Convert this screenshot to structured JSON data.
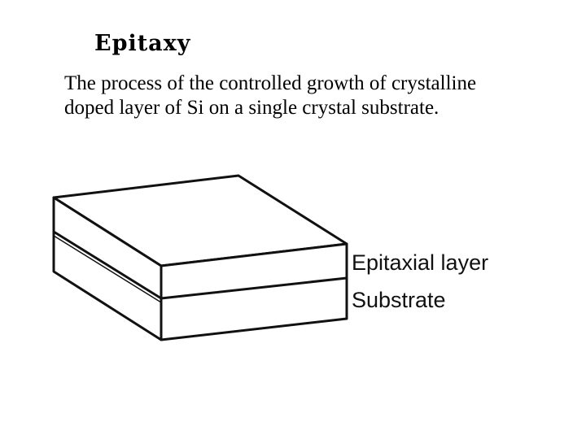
{
  "slide": {
    "title": "Epitaxy",
    "body_lines": [
      "The process of the controlled growth of crystalline",
      "doped layer of Si on a single crystal substrate."
    ]
  },
  "diagram": {
    "labels": {
      "epitaxial_layer": "Epitaxial layer",
      "substrate": "Substrate"
    },
    "colors": {
      "stroke": "#111111",
      "fill": "#ffffff"
    }
  }
}
